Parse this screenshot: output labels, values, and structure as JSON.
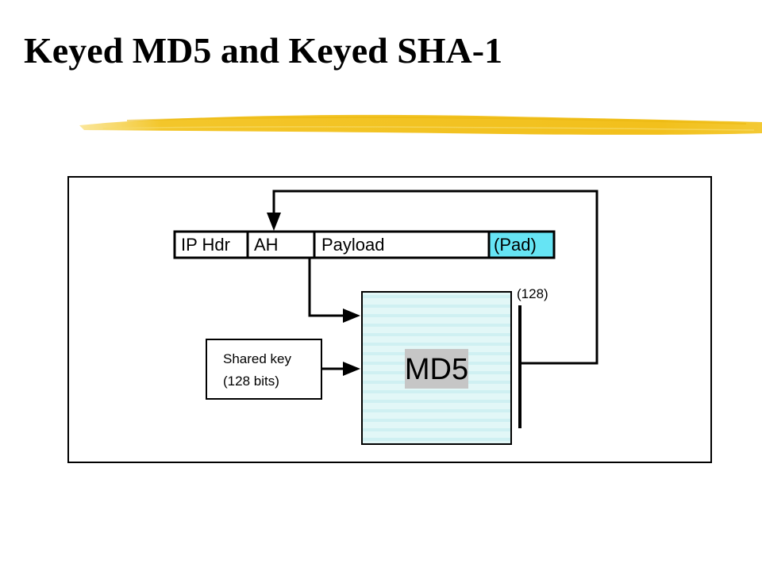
{
  "slide": {
    "title": "Keyed MD5 and Keyed SHA-1"
  },
  "diagram": {
    "packet_fields": {
      "ip_hdr": "IP Hdr",
      "ah": "AH",
      "payload": "Payload",
      "pad": "(Pad)"
    },
    "hash_block": "MD5",
    "shared_key": {
      "line1": "Shared key",
      "line2": "(128 bits)"
    },
    "output_size": "(128)"
  },
  "colors": {
    "highlighter": "#f2c31d",
    "pad_field": "#66e4f4",
    "md5_fill": "#ddf6f6",
    "md5_label_bg": "#c6c6c6"
  }
}
